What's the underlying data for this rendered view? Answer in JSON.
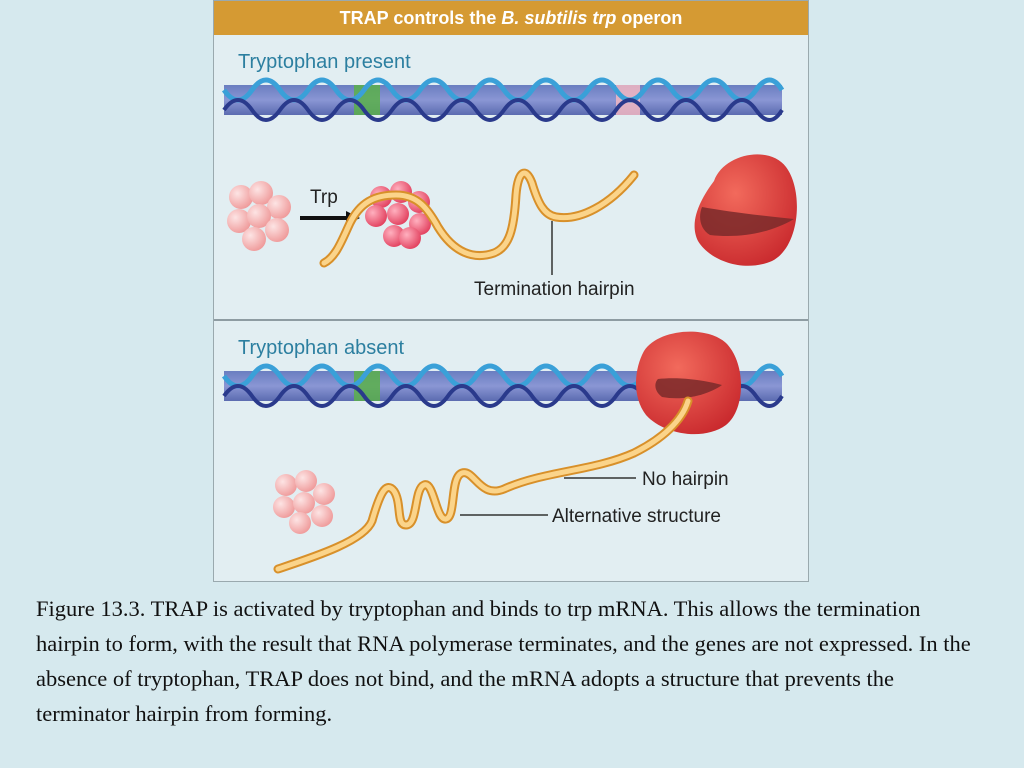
{
  "figure": {
    "header": {
      "part1": "TRAP controls the",
      "part2": "B. subtilis trp",
      "part3": "operon"
    },
    "panel_present": {
      "title": "Tryptophan present",
      "trp_label": "Trp",
      "hairpin_label": "Termination hairpin"
    },
    "panel_absent": {
      "title": "Tryptophan absent",
      "no_hairpin_label": "No hairpin",
      "alt_structure_label": "Alternative structure"
    }
  },
  "caption": "Figure 13.3.  TRAP is activated by tryptophan and binds to trp mRNA. This allows the termination hairpin to form, with the result that RNA polymerase terminates, and the genes are not expressed. In the absence of tryptophan, TRAP does not bind, and the mRNA adopts a structure that prevents the terminator hairpin from forming.",
  "colors": {
    "header": "#d59a33",
    "title": "#2c7fa0",
    "rna": "#f3b24a",
    "polymerase": "#e03a3a",
    "trap_inactive": "#f4a5a5",
    "trap_active": "#e8506a"
  }
}
